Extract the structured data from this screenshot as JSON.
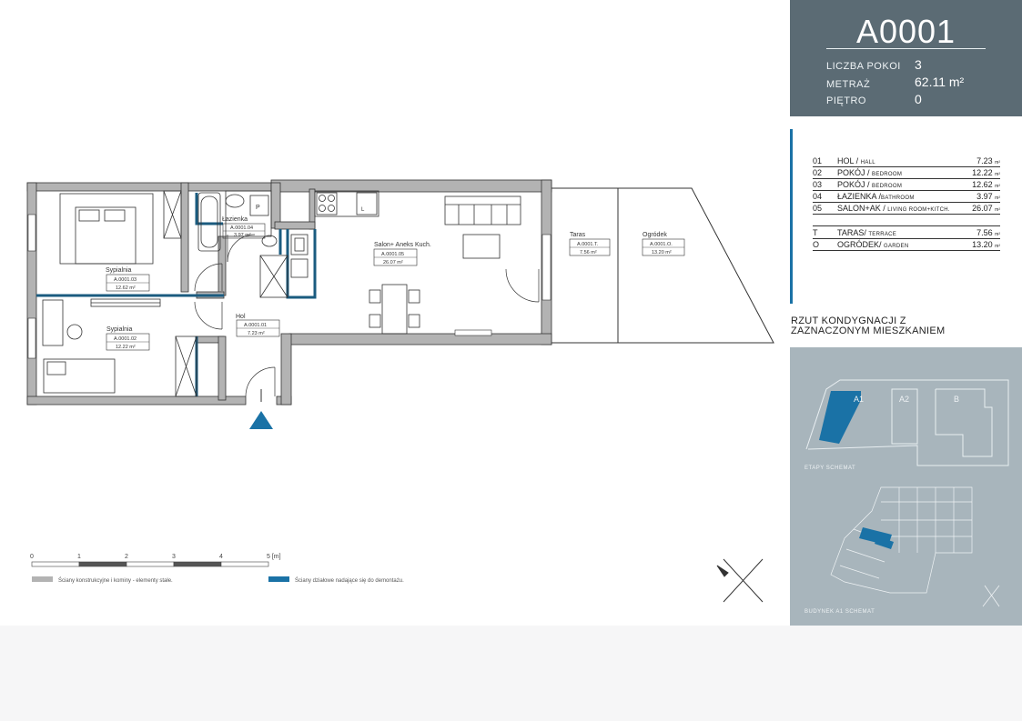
{
  "unit": {
    "code": "A0001",
    "specs": [
      {
        "label": "LICZBA POKOI",
        "value": "3"
      },
      {
        "label": "METRAŻ",
        "value": "62.11 m²"
      },
      {
        "label": "PIĘTRO",
        "value": "0"
      }
    ]
  },
  "rooms": [
    {
      "no": "01",
      "name": "HOL / ",
      "name_en": "HALL",
      "area": "7.23",
      "unit": "m²"
    },
    {
      "no": "02",
      "name": "POKÓJ / ",
      "name_en": "BEDROOM",
      "area": "12.22",
      "unit": "m²"
    },
    {
      "no": "03",
      "name": "POKÓJ / ",
      "name_en": "BEDROOM",
      "area": "12.62",
      "unit": "m²"
    },
    {
      "no": "04",
      "name": "ŁAZIENKA /",
      "name_en": "BATHROOM",
      "area": "3.97",
      "unit": "m²"
    },
    {
      "no": "05",
      "name": "SALON+AK / ",
      "name_en": "LIVING ROOM+KITCH.",
      "area": "26.07",
      "unit": "m²"
    }
  ],
  "outdoor": [
    {
      "no": "T",
      "name": "TARAS/ ",
      "name_en": "TERRACE",
      "area": "7.56",
      "unit": "m²"
    },
    {
      "no": "O",
      "name": "OGRÓDEK/ ",
      "name_en": "GARDEN",
      "area": "13.20",
      "unit": "m²"
    }
  ],
  "schema": {
    "title_line1": "RZUT KONDYGNACJI Z",
    "title_line2": "ZAZNACZONYM MIESZKANIEM",
    "stages_caption": "ETAPY SCHEMAT",
    "building_caption": "BUDYNEK A1 SCHEMAT",
    "stage_labels": [
      "A1",
      "A2",
      "B"
    ]
  },
  "plan_labels": {
    "bathroom": {
      "name": "Łazienka",
      "code": "A.0001.04",
      "area": "3.97 m²"
    },
    "living": {
      "name": "Salon+ Aneks Kuch.",
      "code": "A.0001.05",
      "area": "26.07 m²"
    },
    "bedroom1": {
      "name": "Sypialnia",
      "code": "A.0001.03",
      "area": "12.62 m²"
    },
    "bedroom2": {
      "name": "Sypialnia",
      "code": "A.0001.02",
      "area": "12.22 m²"
    },
    "hall": {
      "name": "Hol",
      "code": "A.0001.01",
      "area": "7.23 m²"
    },
    "terrace": {
      "name": "Taras",
      "code": "A.0001.T.",
      "area": "7.56 m²"
    },
    "garden": {
      "name": "Ogródek",
      "code": "A.0001.O.",
      "area": "13.20 m²"
    },
    "p_mark": "P",
    "k_mark": "L"
  },
  "scale": {
    "ticks": [
      "0",
      "1",
      "2",
      "3",
      "4",
      "5 [m]"
    ]
  },
  "legend": {
    "structural": "Ściany konstrukcyjne i kominy - elementy stałe.",
    "removable": "Ściany działowe nadające się do demontażu."
  },
  "colors": {
    "header_bg": "#5b6b74",
    "accent": "#1a72a6",
    "wall_gray": "#b3b3b3",
    "schema_bg": "#a8b5bc"
  }
}
